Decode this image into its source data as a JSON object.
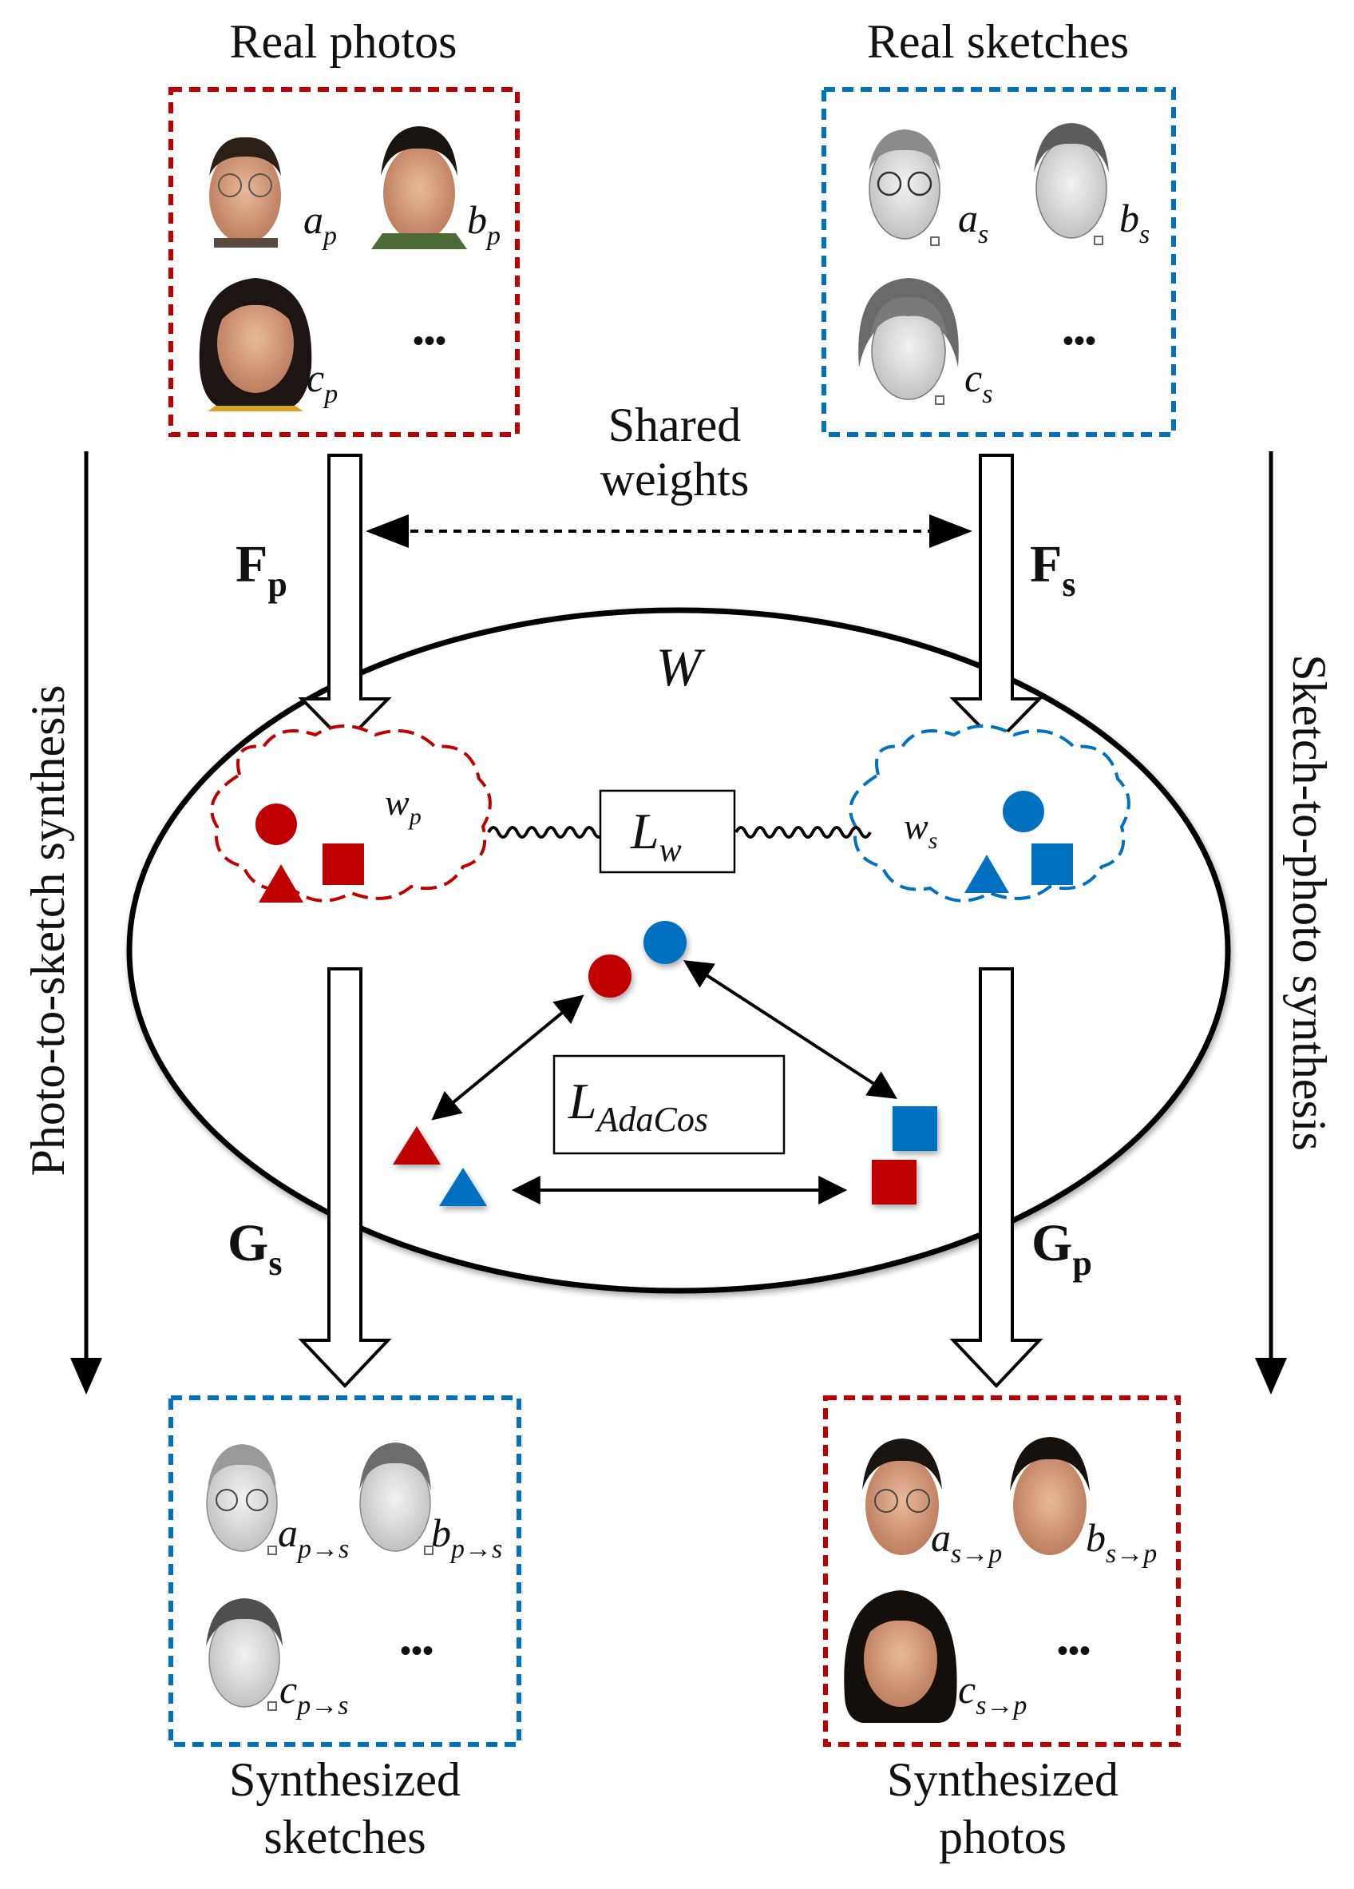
{
  "top": {
    "real_photos_title": "Real photos",
    "real_sketches_title": "Real sketches",
    "real_photo_labels": [
      {
        "base": "a",
        "sub": "p"
      },
      {
        "base": "b",
        "sub": "p"
      },
      {
        "base": "c",
        "sub": "p"
      }
    ],
    "real_sketch_labels": [
      {
        "base": "a",
        "sub": "s"
      },
      {
        "base": "b",
        "sub": "s"
      },
      {
        "base": "c",
        "sub": "s"
      }
    ],
    "ellipsis": "•••"
  },
  "middle": {
    "shared_weights_line1": "Shared",
    "shared_weights_line2": "weights",
    "encoder_photo": {
      "base": "F",
      "sub": "p"
    },
    "encoder_sketch": {
      "base": "F",
      "sub": "s"
    },
    "decoder_sketch": {
      "base": "G",
      "sub": "s"
    },
    "decoder_photo": {
      "base": "G",
      "sub": "p"
    },
    "latent_space": "W",
    "latent_photo": {
      "base": "w",
      "sub": "p"
    },
    "latent_sketch": {
      "base": "w",
      "sub": "s"
    },
    "loss_w": {
      "base": "L",
      "sub": "w"
    },
    "loss_adacos": {
      "base": "L",
      "sub": "AdaCos"
    }
  },
  "side": {
    "left_vertical": "Photo-to-sketch synthesis",
    "right_vertical": "Sketch-to-photo synthesis"
  },
  "bottom": {
    "synth_sketches_line1": "Synthesized",
    "synth_sketches_line2": "sketches",
    "synth_photos_line1": "Synthesized",
    "synth_photos_line2": "photos",
    "synth_sketch_labels": [
      {
        "base": "a",
        "sub": "p→s"
      },
      {
        "base": "b",
        "sub": "p→s"
      },
      {
        "base": "c",
        "sub": "p→s"
      }
    ],
    "synth_photo_labels": [
      {
        "base": "a",
        "sub": "s→p"
      },
      {
        "base": "b",
        "sub": "s→p"
      },
      {
        "base": "c",
        "sub": "s→p"
      }
    ],
    "ellipsis": "•••"
  },
  "colors": {
    "photo_red": "#c00000",
    "sketch_blue": "#0070c0",
    "outline": "#000000"
  },
  "icons": [
    "face-photo-thumbnail",
    "face-sketch-thumbnail",
    "cloud-shape",
    "circle-marker",
    "square-marker",
    "triangle-marker"
  ]
}
